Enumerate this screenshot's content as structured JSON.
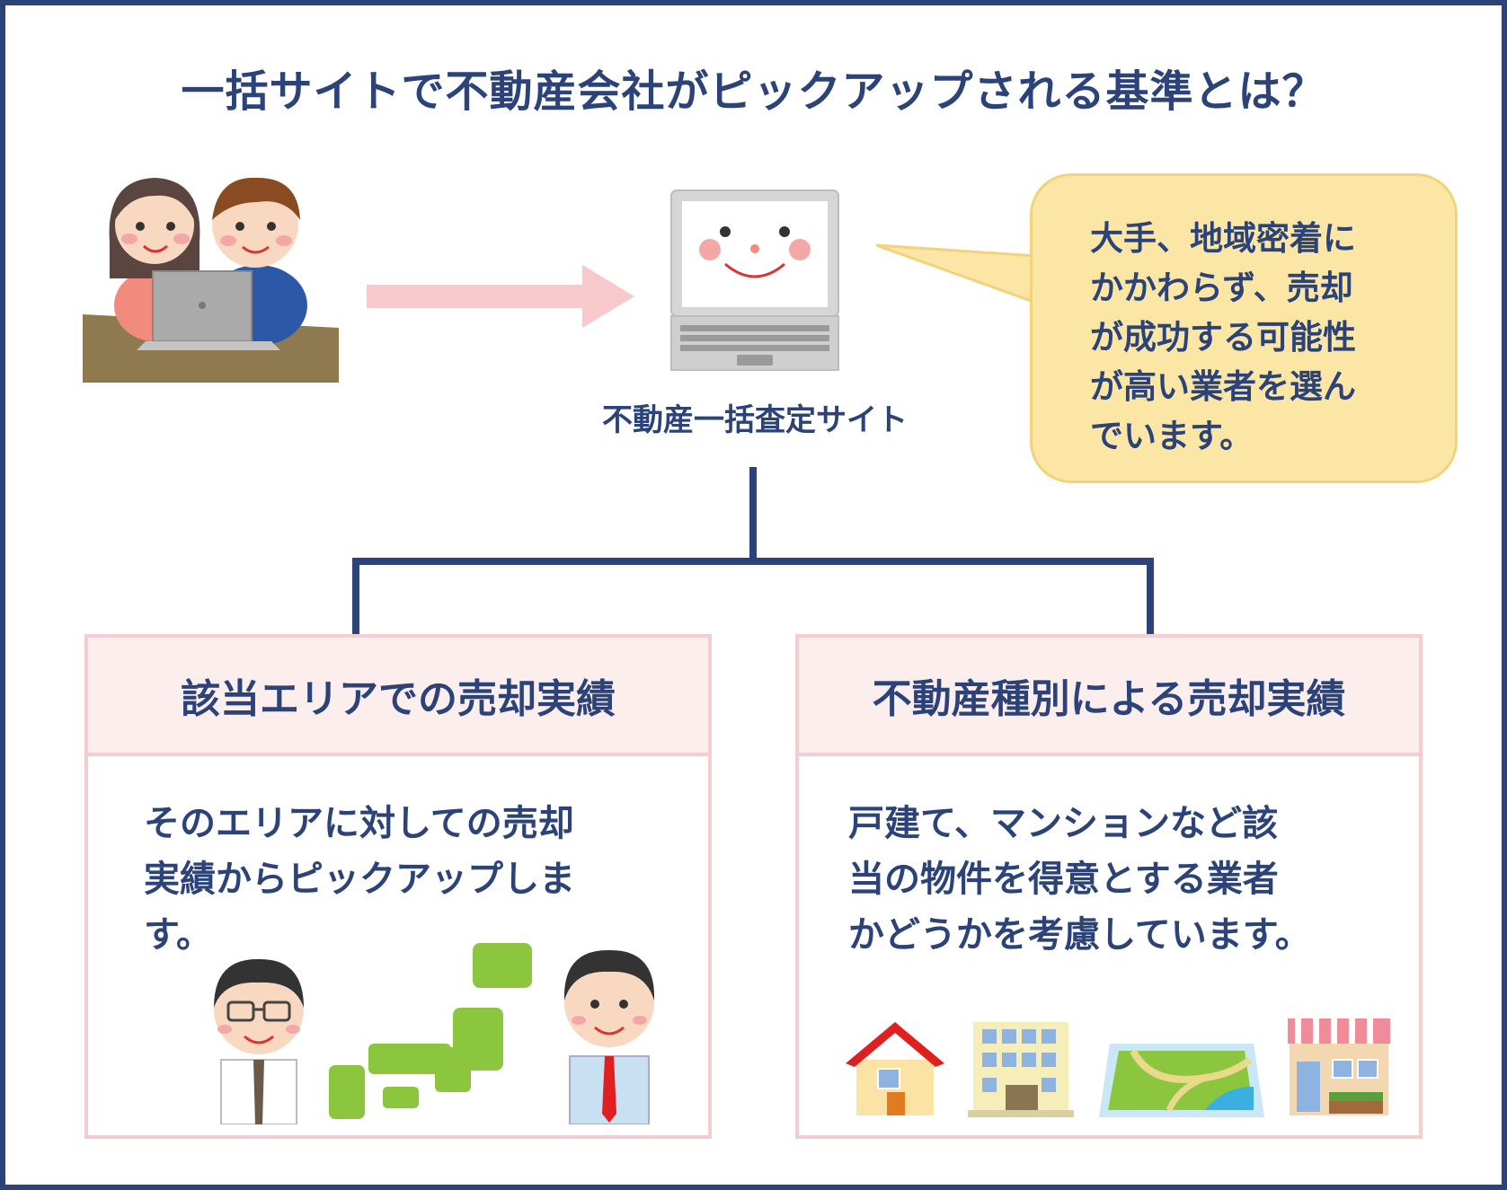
{
  "title": "一括サイトで不動産会社がピックアップされる基準とは？",
  "center": {
    "label": "不動産一括査定サイト"
  },
  "bubble": {
    "text": "大手、地域密着に\nかかわらず、売却\nが成功する可能性\nが高い業者を選ん\nでいます。"
  },
  "cards": [
    {
      "heading": "該当エリアでの売却実績",
      "body": "そのエリアに対しての売却\n実績からピックアップしま\nす。"
    },
    {
      "heading": "不動産種別による売却実績",
      "body": "戸建て、マンションなど該\n当の物件を得意とする業者\nかどうかを考慮しています。"
    }
  ],
  "colors": {
    "navy": "#2b4378",
    "pink_border": "#f5cdd0",
    "pink_fill": "#fdeeee",
    "bubble_fill": "#fbe6a6",
    "arrow": "#f8c9cc"
  },
  "icons": [
    "couple-at-laptop-illustration",
    "arrow-right-icon",
    "laptop-smiley-icon",
    "speech-bubble",
    "man-glasses-icon",
    "japan-map-icon",
    "man-red-tie-icon",
    "house-icon",
    "apartment-building-icon",
    "land-plot-icon",
    "shop-icon"
  ]
}
